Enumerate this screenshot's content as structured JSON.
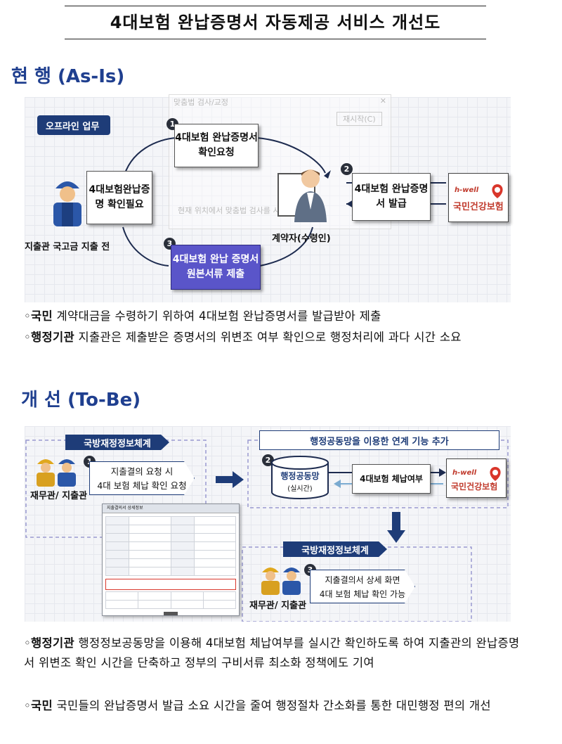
{
  "title": "4대보험 완납증명서 자동제공 서비스 개선도",
  "as_is": {
    "heading": "현 행 (As-Is)",
    "offline_tag": "오프라인 업무",
    "step1": {
      "num": "1",
      "text": "4대보험 완납증명서 확인요청"
    },
    "step2": {
      "num": "2",
      "text": "4대보험 완납증명서 발급"
    },
    "step3": {
      "num": "3",
      "text": "4대보험 완납 증명서 원본서류 제출"
    },
    "need_check": "4대보험완납증명 확인필요",
    "officer_label": "지출관 국고금 지출 전",
    "contractor_label": "계약자(수령인)",
    "nhis_hwell": "h-well",
    "nhis_name": "국민건강보험",
    "faded_dialog_title": "맞춤법 검사/교정",
    "faded_restart": "재시작(C)",
    "faded_note": "현재 위치에서 맞춤법 검사를 시작하였습니다"
  },
  "as_is_bullets": [
    {
      "lead": "국민",
      "text": " 계약대금을 수령하기 위하여 4대보험 완납증명서를 발급받아 제출"
    },
    {
      "lead": "행정기관",
      "text": " 지출관은 제출받은 증명서의 위변조 여부 확인으로 행정처리에 과다 시간 소요"
    }
  ],
  "to_be": {
    "heading": "개 선 (To-Be)",
    "dfis_tag_top": "국방재정정보체계",
    "link_header": "행정공동망을 이용한 연계 기능 추가",
    "step1": {
      "num": "1",
      "line1": "지출결의 요청 시",
      "line2": "4대 보험 체납 확인 요청"
    },
    "step2": {
      "num": "2",
      "name": "행정공동망",
      "sub": "(실시간)"
    },
    "arrears": "4대보험 체납여부",
    "finance_label_top": "재무관/ 지출관",
    "dfis_tag_bottom": "국방재정정보체계",
    "step3": {
      "num": "3",
      "line1": "지출결의서 상세 화면",
      "line2": "4대 보험 체납 확인 가능"
    },
    "finance_label_bottom": "재무관/ 지출관",
    "nhis_hwell": "h-well",
    "nhis_name": "국민건강보험",
    "window_title": "지출결의서 상세정보"
  },
  "to_be_bullets": [
    {
      "lead": "행정기관",
      "text": " 행정정보공동망을 이용해 4대보험 체납여부를 실시간 확인하도록 하여 지출관의 완납증명서 위변조 확인 시간을 단축하고 정부의 구비서류 최소화 정책에도 기여"
    },
    {
      "lead": "국민",
      "text": " 국민들의 완납증명서 발급 소요 시간을 줄여 행정절차 간소화를 통한 대민행정 편의 개선"
    }
  ],
  "colors": {
    "navy": "#1e3c78",
    "heading": "#1f3f8f",
    "nhis_red": "#c0392b",
    "scroll_purple": "#5a55c9"
  },
  "icons": [
    "worker-icon",
    "contractor-icon",
    "nhis-logo-icon",
    "arrow-right-icon",
    "arrow-down-icon"
  ]
}
